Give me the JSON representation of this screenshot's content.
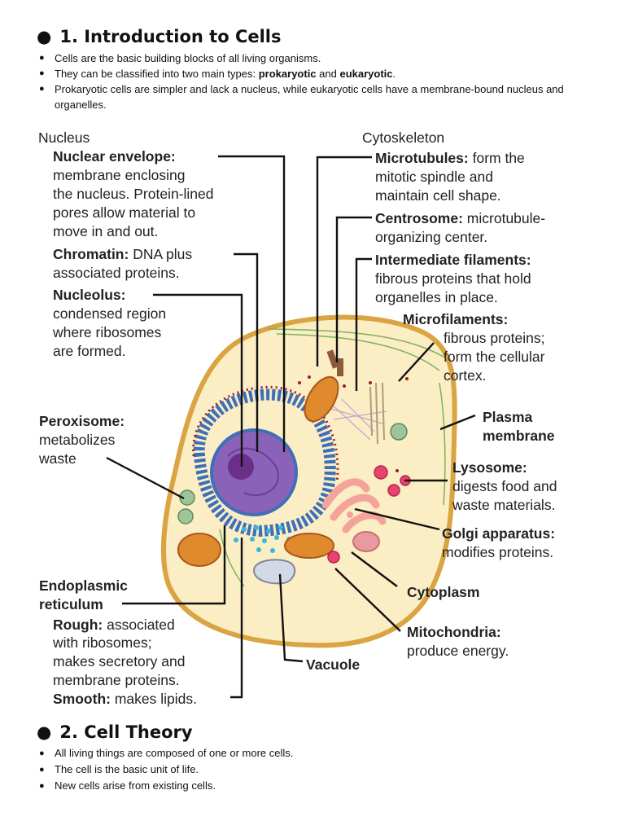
{
  "section1": {
    "heading": "1. Introduction to Cells",
    "bullets": [
      "Cells are the basic building blocks of all living organisms.",
      "They can be classified into two main types: ",
      "Prokaryotic cells are simpler and lack a nucleus, while eukaryotic cells have a membrane-bound nucleus and organelles."
    ],
    "types": {
      "prokaryotic": "prokaryotic",
      "and": " and ",
      "eukaryotic": "eukaryotic",
      "end": "."
    }
  },
  "diagram": {
    "nucleus": {
      "title": "Nucleus",
      "envelope": {
        "term": "Nuclear envelope:",
        "lines": [
          "membrane enclosing",
          "the nucleus. Protein-lined",
          "pores allow material to",
          "move in and out."
        ]
      },
      "chromatin": {
        "term": "Chromatin:",
        "rest": " DNA plus",
        "line2": "associated proteins."
      },
      "nucleolus": {
        "term": "Nucleolus:",
        "lines": [
          "condensed region",
          "where ribosomes",
          "are formed."
        ]
      }
    },
    "cytoskeleton": {
      "title": "Cytoskeleton",
      "microtubules": {
        "term": "Microtubules:",
        "rest": " form the",
        "lines": [
          "mitotic spindle and",
          "maintain cell shape."
        ]
      },
      "centrosome": {
        "term": "Centrosome:",
        "rest": " microtubule-",
        "line2": "organizing center."
      },
      "intermediate": {
        "term": "Intermediate filaments:",
        "lines": [
          "fibrous proteins that hold",
          "organelles in place."
        ]
      },
      "microfilaments": {
        "term": "Microfilaments:",
        "lines": [
          "fibrous proteins;",
          "form the cellular",
          "cortex."
        ]
      }
    },
    "peroxisome": {
      "term": "Peroxisome:",
      "lines": [
        "metabolizes",
        "waste"
      ]
    },
    "plasma_membrane": {
      "lines": [
        "Plasma",
        "membrane"
      ]
    },
    "lysosome": {
      "term": "Lysosome:",
      "lines": [
        "digests food and",
        "waste materials."
      ]
    },
    "golgi": {
      "term": "Golgi apparatus:",
      "line2": "modifies proteins."
    },
    "cytoplasm": {
      "term": "Cytoplasm"
    },
    "mitochondria": {
      "term": "Mitochondria:",
      "line2": "produce energy."
    },
    "vacuole": {
      "term": "Vacuole"
    },
    "er": {
      "title": [
        "Endoplasmic",
        "reticulum"
      ],
      "rough": {
        "term": "Rough:",
        "rest": " associated",
        "lines": [
          "with ribosomes;",
          "makes secretory and",
          "membrane proteins."
        ]
      },
      "smooth": {
        "term": "Smooth:",
        "rest": " makes lipids."
      }
    }
  },
  "section2": {
    "heading": "2. Cell Theory",
    "bullets": [
      "All living things are composed of one or more cells.",
      "The cell is the basic unit of life.",
      "New cells arise from existing cells."
    ]
  },
  "colors": {
    "cell_fill": "#fbedc4",
    "cell_border": "#d9a441",
    "nucleus": "#8a62b8",
    "er_rough": "#3e6fb8",
    "ribosome": "#9a1f2a",
    "mitochondria": "#e08a2e",
    "golgi": "#f4a39b",
    "lysosome": "#e8436e",
    "peroxisome": "#9cc59a",
    "vacuole": "#d4d9e6"
  }
}
